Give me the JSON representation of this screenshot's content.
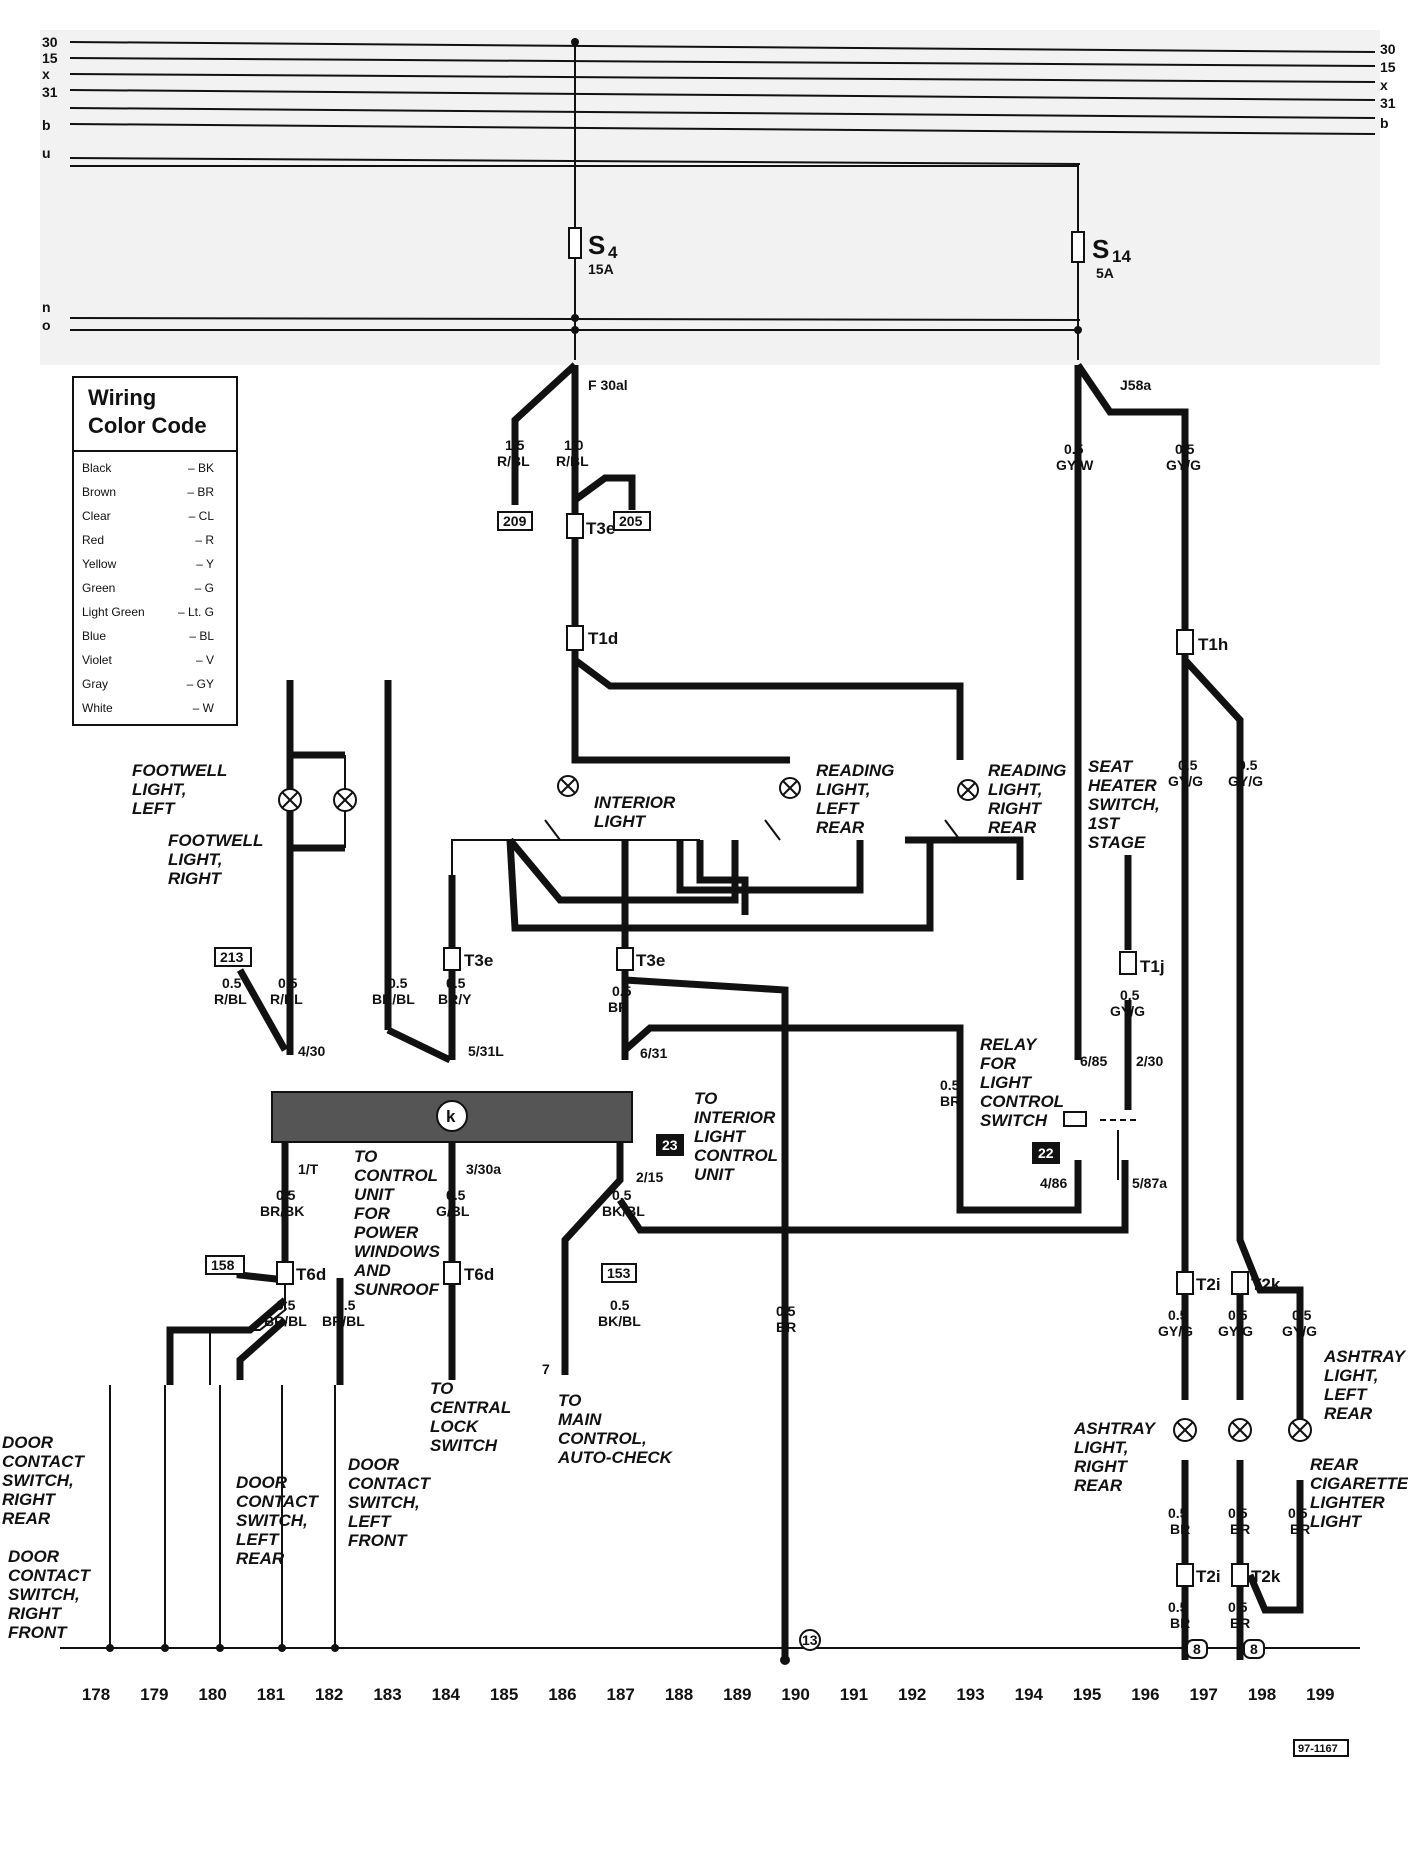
{
  "legend": {
    "title_line1": "Wiring",
    "title_line2": "Color Code",
    "rows": [
      {
        "name": "Black",
        "code": "– BK"
      },
      {
        "name": "Brown",
        "code": "– BR"
      },
      {
        "name": "Clear",
        "code": "– CL"
      },
      {
        "name": "Red",
        "code": "– R"
      },
      {
        "name": "Yellow",
        "code": "– Y"
      },
      {
        "name": "Green",
        "code": "– G"
      },
      {
        "name": "Light Green",
        "code": "– Lt. G"
      },
      {
        "name": "Blue",
        "code": "– BL"
      },
      {
        "name": "Violet",
        "code": "– V"
      },
      {
        "name": "Gray",
        "code": "– GY"
      },
      {
        "name": "White",
        "code": "– W"
      }
    ]
  },
  "bus": {
    "left": [
      "30",
      "15",
      "x",
      "31",
      "b",
      "u",
      "n",
      "o"
    ],
    "right": [
      "30",
      "15",
      "x",
      "31",
      "b"
    ]
  },
  "fuses": {
    "s4": {
      "name": "S",
      "num": "4",
      "rating": "15A"
    },
    "s14": {
      "name": "S",
      "num": "14",
      "rating": "5A"
    }
  },
  "connectors": {
    "f30al": "F 30al",
    "j58a": "J58a",
    "t3e_top": "T3e",
    "t1d": "T1d",
    "t1h": "T1h",
    "t3e_left": "T3e",
    "t3e_mid": "T3e",
    "t1j": "T1j",
    "t6d_left": "T6d",
    "t6d_mid": "T6d",
    "t2i_top": "T2i",
    "t2k_top": "T2k",
    "t2i_bot": "T2i",
    "t2k_bot": "T2k"
  },
  "refs": {
    "r209": "209",
    "r205": "205",
    "r213": "213",
    "r158": "158",
    "r153": "153",
    "r23": "23",
    "r22": "22",
    "g13": "13",
    "g8a": "8",
    "g8b": "8"
  },
  "wires": {
    "w1": {
      "size": "1.5",
      "color": "R/BL"
    },
    "w2": {
      "size": "1.0",
      "color": "R/BL"
    },
    "w3": {
      "size": "0.5",
      "color": "GY/W"
    },
    "w4": {
      "size": "0.5",
      "color": "GY/G"
    },
    "w5": {
      "size": "0.5",
      "color": "R/BL"
    },
    "w6": {
      "size": "0.5",
      "color": "R/BL"
    },
    "w7": {
      "size": "0.5",
      "color": "BR/BL"
    },
    "w8": {
      "size": "0.5",
      "color": "BR/Y"
    },
    "w9": {
      "size": "0.5",
      "color": "BR"
    },
    "w10": {
      "size": "0.5",
      "color": "GY/G"
    },
    "w11": {
      "size": "0.5",
      "color": "GY/G"
    },
    "w12": {
      "size": "0.5",
      "color": "GY/G"
    },
    "w13": {
      "size": "0.5",
      "color": "BR"
    },
    "w14": {
      "size": "0.5",
      "color": "BR/BK"
    },
    "w15": {
      "size": "0.5",
      "color": "G/BL"
    },
    "w16": {
      "size": "0.5",
      "color": "BK/BL"
    },
    "w17": {
      "size": "0.5",
      "color": "BR/BL"
    },
    "w18": {
      "size": "0.5",
      "color": "BR/BL"
    },
    "w19": {
      "size": "0.5",
      "color": "BK/BL"
    },
    "w20": {
      "size": "0.5",
      "color": "BR"
    },
    "w21": {
      "size": "0.5",
      "color": "GY/G"
    },
    "w22": {
      "size": "0.5",
      "color": "GY/G"
    },
    "w23": {
      "size": "0.5",
      "color": "GY/G"
    },
    "w24": {
      "size": "0.5",
      "color": "BR"
    },
    "w25": {
      "size": "0.5",
      "color": "BR"
    },
    "w26": {
      "size": "0.5",
      "color": "BR"
    },
    "w27": {
      "size": "0.5",
      "color": "BR"
    },
    "w28": {
      "size": "0.5",
      "color": "BR"
    }
  },
  "pins": {
    "p1": "4/30",
    "p2": "5/31L",
    "p3": "6/31",
    "p4": "1/T",
    "p5": "3/30a",
    "p6": "2/15",
    "p7": "6/85",
    "p8": "2/30",
    "p9": "4/86",
    "p10": "5/87a",
    "p11": "7"
  },
  "components": {
    "footwell_left": [
      "FOOTWELL",
      "LIGHT,",
      "LEFT"
    ],
    "footwell_right": [
      "FOOTWELL",
      "LIGHT,",
      "RIGHT"
    ],
    "interior_light": [
      "INTERIOR",
      "LIGHT"
    ],
    "reading_left": [
      "READING",
      "LIGHT,",
      "LEFT",
      "REAR"
    ],
    "reading_right": [
      "READING",
      "LIGHT,",
      "RIGHT",
      "REAR"
    ],
    "seat_heater": [
      "SEAT",
      "HEATER",
      "SWITCH,",
      "1ST",
      "STAGE"
    ],
    "relay": [
      "RELAY",
      "FOR",
      "LIGHT",
      "CONTROL",
      "SWITCH"
    ],
    "to_interior": [
      "TO",
      "INTERIOR",
      "LIGHT",
      "CONTROL",
      "UNIT"
    ],
    "to_windows": [
      "TO",
      "CONTROL",
      "UNIT",
      "FOR",
      "POWER",
      "WINDOWS",
      "AND",
      "SUNROOF"
    ],
    "to_lock": [
      "TO",
      "CENTRAL",
      "LOCK",
      "SWITCH"
    ],
    "to_main": [
      "TO",
      "MAIN",
      "CONTROL,",
      "AUTO-CHECK"
    ],
    "door_rr": [
      "DOOR",
      "CONTACT",
      "SWITCH,",
      "RIGHT",
      "REAR"
    ],
    "door_rf": [
      "DOOR",
      "CONTACT",
      "SWITCH,",
      "RIGHT",
      "FRONT"
    ],
    "door_lr": [
      "DOOR",
      "CONTACT",
      "SWITCH,",
      "LEFT",
      "REAR"
    ],
    "door_lf": [
      "DOOR",
      "CONTACT",
      "SWITCH,",
      "LEFT",
      "FRONT"
    ],
    "ashtray_rr": [
      "ASHTRAY",
      "LIGHT,",
      "RIGHT",
      "REAR"
    ],
    "ashtray_lr": [
      "ASHTRAY",
      "LIGHT,",
      "LEFT",
      "REAR"
    ],
    "cig_lighter": [
      "REAR",
      "CIGARETTE",
      "LIGHTER",
      "LIGHT"
    ]
  },
  "columns": [
    "178",
    "179",
    "180",
    "181",
    "182",
    "183",
    "184",
    "185",
    "186",
    "187",
    "188",
    "189",
    "190",
    "191",
    "192",
    "193",
    "194",
    "195",
    "196",
    "197",
    "198",
    "199"
  ],
  "doc_id": "97-1167"
}
